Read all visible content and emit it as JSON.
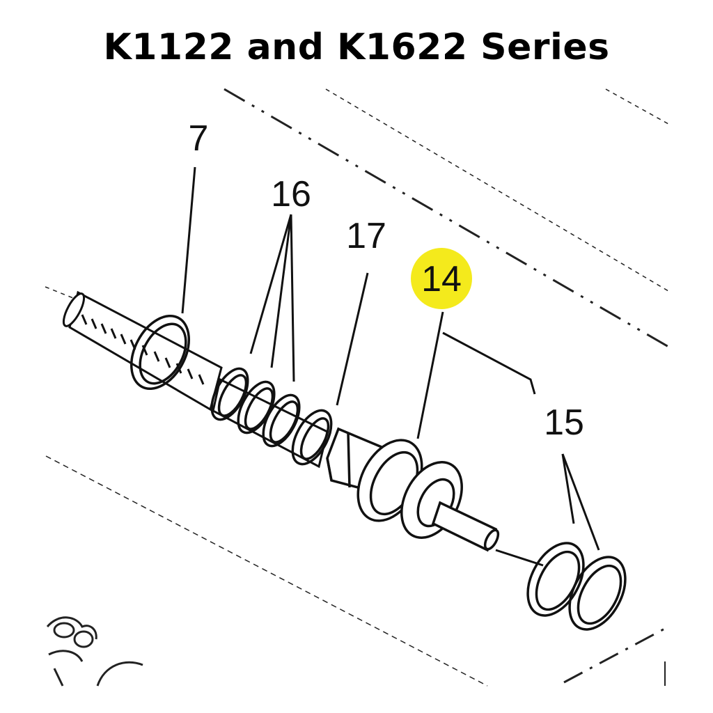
{
  "title": "K1122 and K1622 Series",
  "callouts": [
    {
      "id": "7",
      "label": "7",
      "highlighted": false
    },
    {
      "id": "16",
      "label": "16",
      "highlighted": false
    },
    {
      "id": "17",
      "label": "17",
      "highlighted": false
    },
    {
      "id": "14",
      "label": "14",
      "highlighted": true
    },
    {
      "id": "15",
      "label": "15",
      "highlighted": false
    }
  ],
  "colors": {
    "line": "#1a1a1a",
    "highlight": "#f4ea1c",
    "background": "#ffffff"
  }
}
